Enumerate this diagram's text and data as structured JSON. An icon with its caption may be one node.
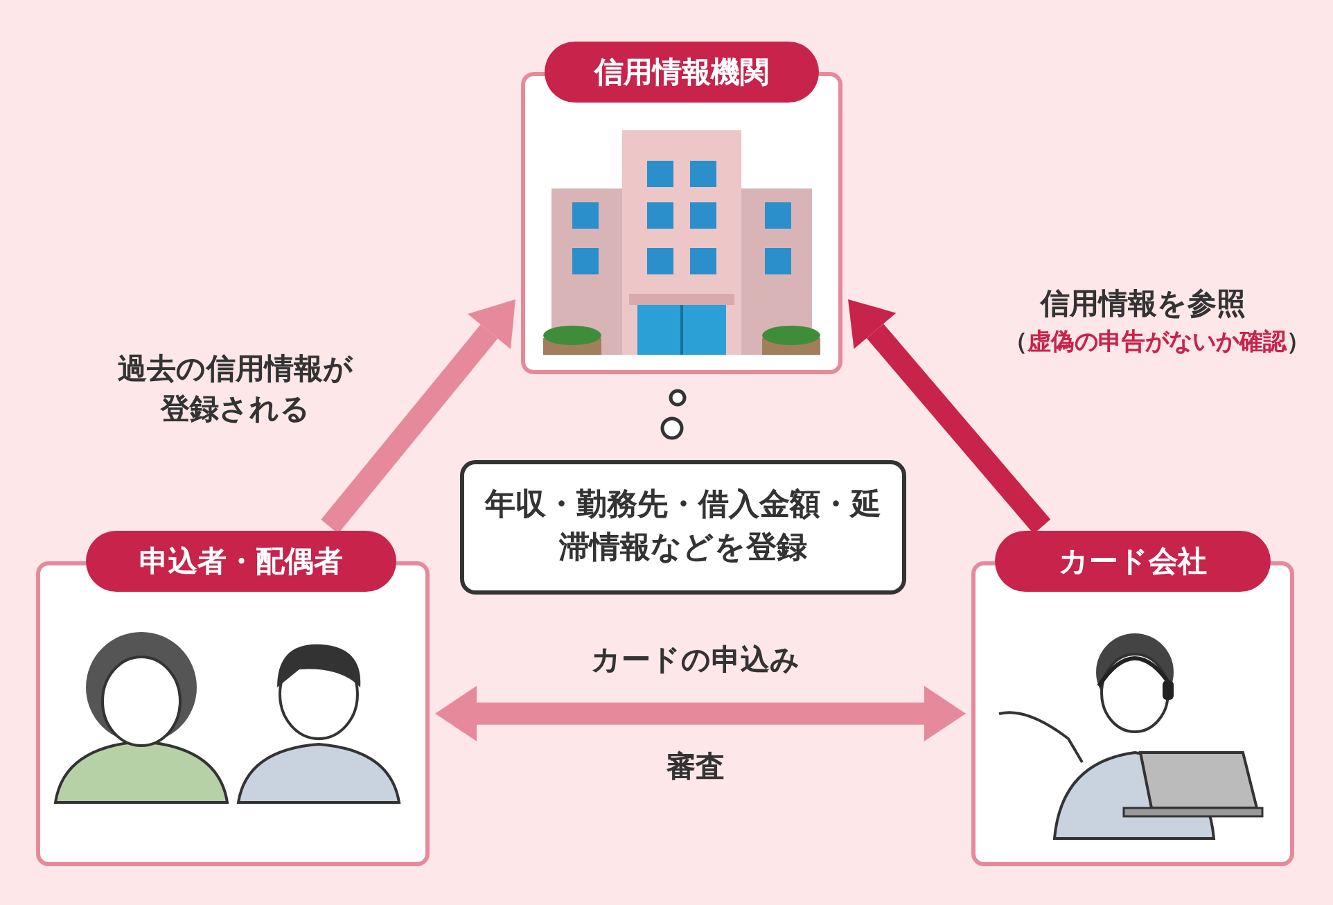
{
  "diagram": {
    "nodes": [
      {
        "text": [
          "信用情報機関"
        ]
      },
      {
        "text": [
          "申込者・配偶者"
        ]
      },
      {
        "text": [
          "カード会社"
        ]
      },
      {
        "text": [
          "年収・勤務先・借入金額・延滞情報などを登録"
        ]
      }
    ],
    "edges": [
      {
        "from": 1,
        "to": 0,
        "arrow": "to",
        "label": "過去の信用情報が登録される"
      },
      {
        "from": 2,
        "to": 0,
        "arrow": "to",
        "label": "信用情報を参照",
        "color": "#c8234a"
      },
      {
        "from": 1,
        "to": 2,
        "arrow": "both",
        "label": "カードの申込み"
      }
    ],
    "labels": [
      "（虚偽の申告がないか確認）",
      "審査"
    ]
  }
}
